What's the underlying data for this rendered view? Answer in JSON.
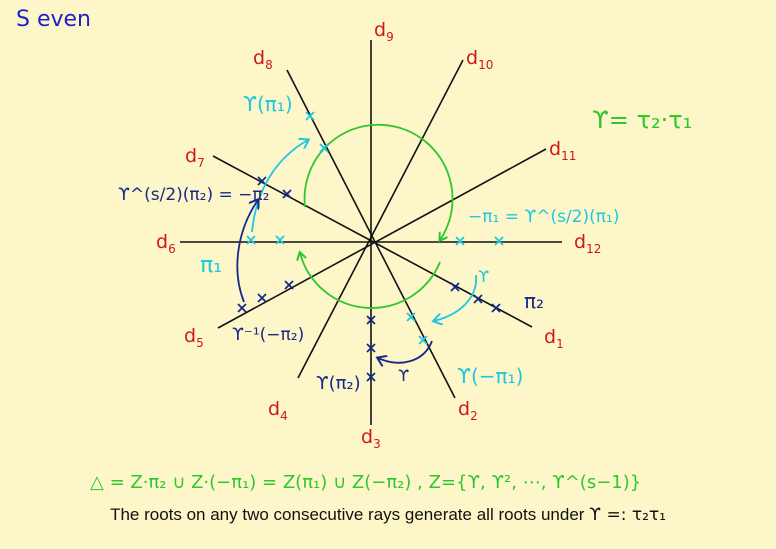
{
  "title": "S even",
  "rays": [
    {
      "label": "d",
      "sub": "1"
    },
    {
      "label": "d",
      "sub": "2"
    },
    {
      "label": "d",
      "sub": "3"
    },
    {
      "label": "d",
      "sub": "4"
    },
    {
      "label": "d",
      "sub": "5"
    },
    {
      "label": "d",
      "sub": "6"
    },
    {
      "label": "d",
      "sub": "7"
    },
    {
      "label": "d",
      "sub": "8"
    },
    {
      "label": "d",
      "sub": "9"
    },
    {
      "label": "d",
      "sub": "10"
    },
    {
      "label": "d",
      "sub": "11"
    },
    {
      "label": "d",
      "sub": "12"
    }
  ],
  "gamma_def": "ϒ= τ₂·τ₁",
  "labels": {
    "gamma_pi1": "ϒ(π₁)",
    "gamma_s2_pi2": "ϒ^(s/2)(π₂) = −π₂",
    "pi1": "π₁",
    "gamma_inv_neg_pi2": "ϒ⁻¹(−π₂)",
    "gamma_pi2": "ϒ(π₂)",
    "gamma_small_left": "ϒ",
    "gamma_neg_pi1": "ϒ(−π₁)",
    "gamma_small_right": "ϒ",
    "pi2": "π₂",
    "neg_pi1_eq": "−π₁ = ϒ^(s/2)(π₁)"
  },
  "delta_formula": "△  = Z·π₂ ∪ Z·(−π₁) = Z(π₁) ∪ Z(−π₂)   ,   Z={ϒ, ϒ², ⋯, ϒ^(s−1)}",
  "caption_text": "The roots on any two consecutive rays generate all roots under",
  "caption_gamma": "ϒ =: τ₂τ₁",
  "colors": {
    "background": "#fdf6c9",
    "title": "#1f1fd0",
    "ray_label": "#d01818",
    "cyan": "#1ec8e0",
    "navy": "#162a8c",
    "green": "#2ec82e",
    "line": "#111111"
  }
}
